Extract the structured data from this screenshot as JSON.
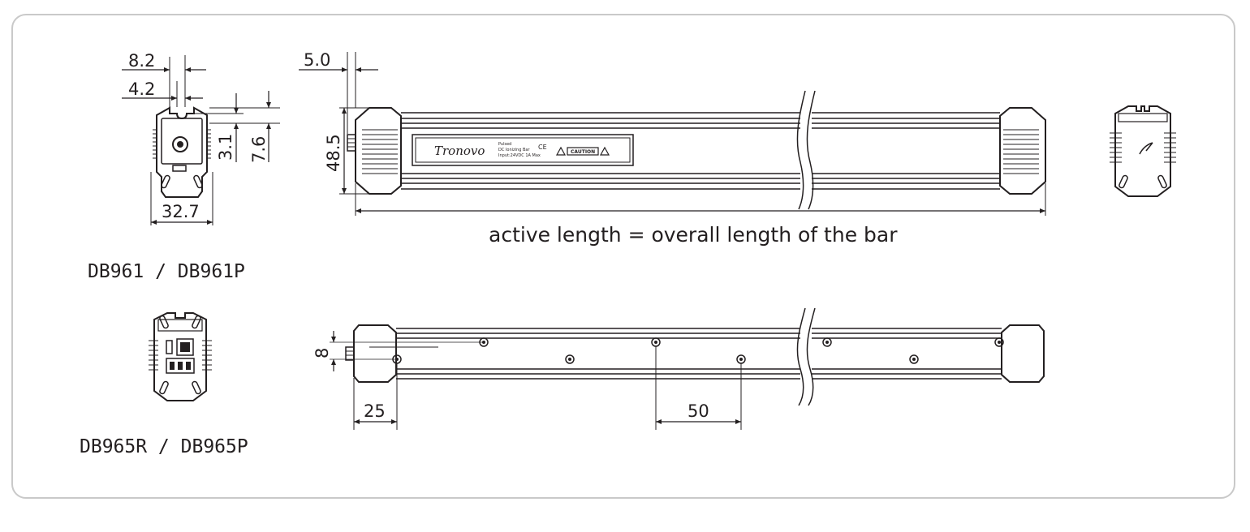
{
  "top_end_view": {
    "dim_top_width": "8.2",
    "dim_slot_width": "4.2",
    "dim_slot_depth": "3.1",
    "dim_top_offset": "7.6",
    "dim_width": "32.7",
    "model_label": "DB961 / DB961P"
  },
  "top_side_view": {
    "dim_connector": "5.0",
    "dim_height": "48.5",
    "length_note": "active length = overall length of the bar",
    "label": {
      "brand": "Tronovo",
      "line1": "Pulsed",
      "line2": "DC Ionizing Bar",
      "line3": "Input:24VDC  1A Max",
      "ce_mark": "CE",
      "caution": "CAUTION"
    }
  },
  "bottom_end_view": {
    "model_label": "DB965R / DB965P"
  },
  "bottom_side_view": {
    "dim_emitter_offset": "8",
    "dim_first_emitter": "25",
    "dim_emitter_pitch": "50"
  },
  "colors": {
    "line": "#231f20",
    "frame_border": "#c9c9c9",
    "background": "#ffffff"
  }
}
